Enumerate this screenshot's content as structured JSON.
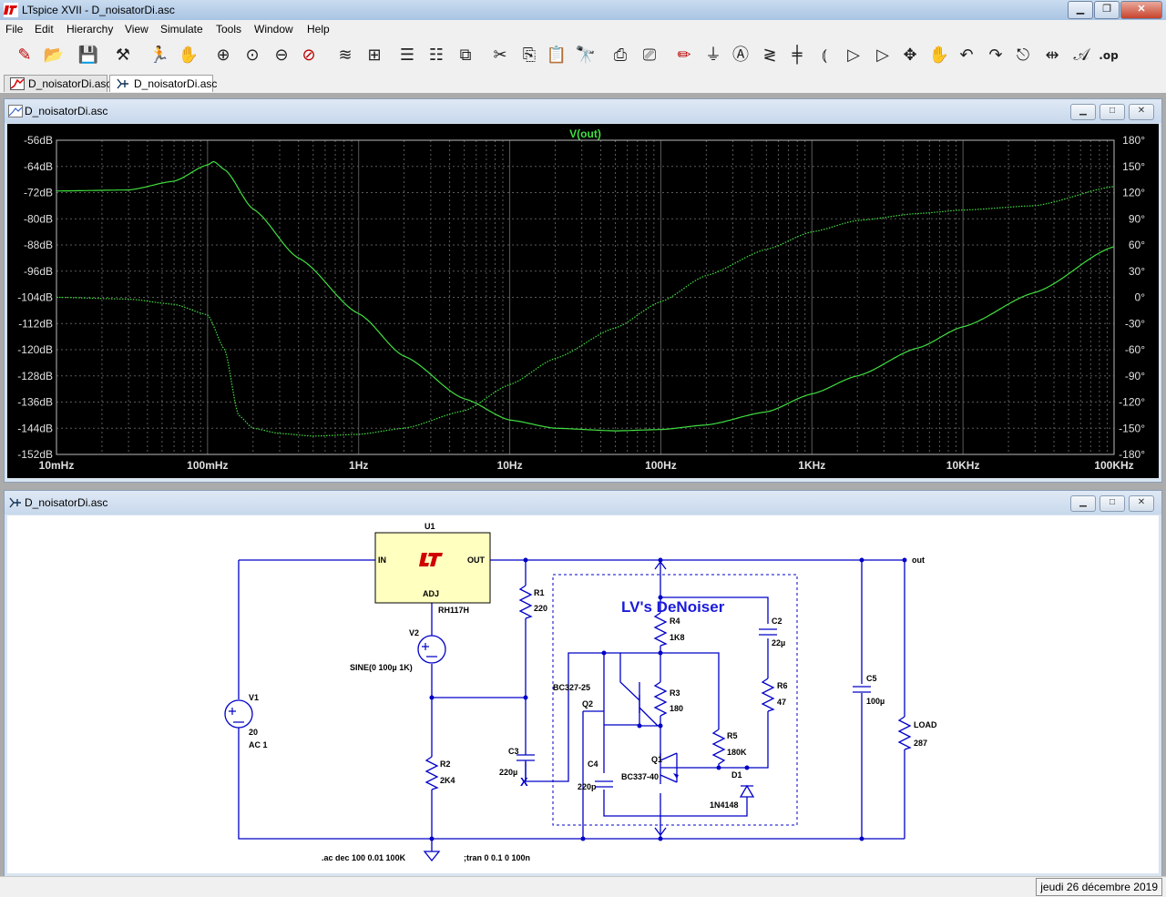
{
  "window": {
    "title": "LTspice XVII - D_noisatorDi.asc"
  },
  "menu": [
    "File",
    "Edit",
    "Hierarchy",
    "View",
    "Simulate",
    "Tools",
    "Window",
    "Help"
  ],
  "toolbar_icons": [
    "new-schematic-icon",
    "open-icon",
    "save-icon",
    "control-panel-icon",
    "run-icon",
    "halt-icon",
    "zoom-in-icon",
    "zoom-pan-icon",
    "zoom-out-icon",
    "zoom-cancel-icon",
    "autorange-icon",
    "view-fft-icon",
    "tile-vertical-icon",
    "tile-horizontal-icon",
    "cascade-icon",
    "cut-icon",
    "copy-icon",
    "paste-icon",
    "find-icon",
    "print-icon",
    "print-setup-icon",
    "draw-wire-icon",
    "ground-icon",
    "label-net-icon",
    "resistor-icon",
    "capacitor-icon",
    "inductor-icon",
    "diode-icon",
    "component-icon",
    "move-icon",
    "drag-icon",
    "undo-icon",
    "redo-icon",
    "rotate-icon",
    "mirror-icon",
    "text-icon",
    "spice-directive-icon"
  ],
  "tabs": [
    {
      "label": "D_noisatorDi.asc",
      "kind": "waveform",
      "active": false
    },
    {
      "label": "D_noisatorDi.asc",
      "kind": "schematic",
      "active": true
    }
  ],
  "plot_window": {
    "title": "D_noisatorDi.asc"
  },
  "schematic_window": {
    "title": "D_noisatorDi.asc"
  },
  "chart_data": {
    "type": "line",
    "title": "V(out)",
    "x_scale": "log",
    "xlim": [
      0.01,
      100000
    ],
    "x_ticks": [
      "10mHz",
      "100mHz",
      "1Hz",
      "10Hz",
      "100Hz",
      "1KHz",
      "10KHz",
      "100KHz"
    ],
    "ylim_left": [
      -152,
      -56
    ],
    "y_ticks_left": [
      "-56dB",
      "-64dB",
      "-72dB",
      "-80dB",
      "-88dB",
      "-96dB",
      "-104dB",
      "-112dB",
      "-120dB",
      "-128dB",
      "-136dB",
      "-144dB",
      "-152dB"
    ],
    "ylim_right": [
      -180,
      180
    ],
    "y_ticks_right": [
      "180°",
      "150°",
      "120°",
      "90°",
      "60°",
      "30°",
      "0°",
      "-30°",
      "-60°",
      "-90°",
      "-120°",
      "-150°",
      "-180°"
    ],
    "grid": true,
    "series": [
      {
        "name": "V(out)",
        "kind": "magnitude",
        "unit": "dB",
        "color": "#40e040",
        "x": [
          0.01,
          0.03,
          0.06,
          0.1,
          0.11,
          0.13,
          0.2,
          0.4,
          1,
          2,
          5,
          10,
          20,
          50,
          100,
          200,
          500,
          1000,
          2000,
          5000,
          10000,
          30000,
          100000
        ],
        "y": [
          -71.5,
          -71.2,
          -68.5,
          -63.5,
          -62.5,
          -65,
          -77,
          -92,
          -109,
          -122,
          -135,
          -141.5,
          -144,
          -144.8,
          -144.4,
          -143,
          -139,
          -133.5,
          -128,
          -119.5,
          -113,
          -102.5,
          -88.5
        ]
      },
      {
        "name": "V(out)",
        "kind": "phase",
        "unit": "°",
        "color": "#40e040",
        "x": [
          0.01,
          0.03,
          0.06,
          0.1,
          0.13,
          0.16,
          0.2,
          0.3,
          0.5,
          1,
          2,
          5,
          10,
          20,
          50,
          100,
          200,
          500,
          1000,
          2000,
          5000,
          10000,
          30000,
          100000
        ],
        "y": [
          0,
          -2,
          -8,
          -20,
          -60,
          -135,
          -150,
          -156,
          -159,
          -157,
          -150,
          -130,
          -100,
          -70,
          -35,
          -5,
          25,
          55,
          75,
          88,
          96,
          100,
          105,
          127
        ]
      }
    ]
  },
  "schematic": {
    "banner": "LV's DeNoiser",
    "regulator": {
      "ref": "U1",
      "part": "RH117H",
      "pin_in": "IN",
      "pin_out": "OUT",
      "pin_adj": "ADJ"
    },
    "net_out": "out",
    "v1": {
      "ref": "V1",
      "value": "20",
      "extra": "AC 1"
    },
    "v2": {
      "ref": "V2",
      "value": "SINE(0 100µ 1K)"
    },
    "r1": {
      "ref": "R1",
      "value": "220"
    },
    "r2": {
      "ref": "R2",
      "value": "2K4"
    },
    "r3": {
      "ref": "R3",
      "value": "180"
    },
    "r4": {
      "ref": "R4",
      "value": "1K8"
    },
    "r5": {
      "ref": "R5",
      "value": "180K"
    },
    "r6": {
      "ref": "R6",
      "value": "47"
    },
    "c2": {
      "ref": "C2",
      "value": "22µ"
    },
    "c3": {
      "ref": "C3",
      "value": "220µ"
    },
    "c4": {
      "ref": "C4",
      "value": "220p"
    },
    "c5": {
      "ref": "C5",
      "value": "100µ"
    },
    "load": {
      "ref": "LOAD",
      "value": "287"
    },
    "q1": {
      "ref": "Q1",
      "value": "BC337-40"
    },
    "q2": {
      "ref": "Q2",
      "value": "BC327-25"
    },
    "d1": {
      "ref": "D1",
      "value": "1N4148"
    },
    "x_marker": "X",
    "directive_ac": ".ac dec 100 0.01 100K",
    "directive_tran": ";tran 0 0.1 0 100n"
  },
  "status": {
    "date": "jeudi 26 décembre 2019"
  },
  "colors": {
    "plot_bg": "#000000",
    "grid": "#505050",
    "trace": "#40e040",
    "wire": "#0000c8",
    "regulator_fill": "#ffffc0",
    "banner": "#1a1adc"
  }
}
